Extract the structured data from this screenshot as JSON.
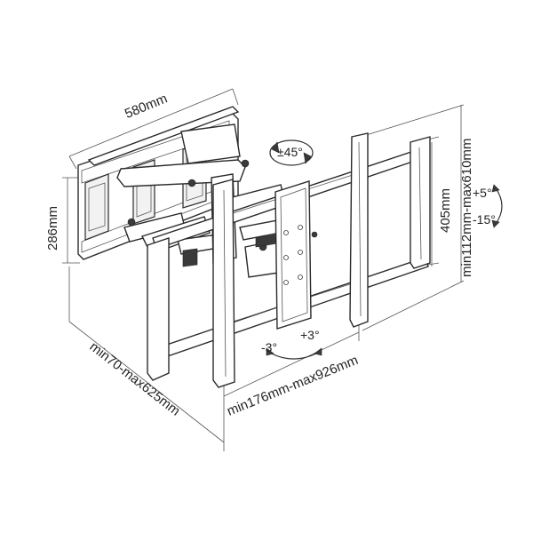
{
  "diagram": {
    "dimensions": {
      "width_top": "580mm",
      "height_left": "286mm",
      "depth": "min70-max625mm",
      "width_bottom": "min176mm-max926mm",
      "height_plate": "405mm",
      "height_right": "min112mm-max610mm"
    },
    "angles": {
      "swivel": "±45°",
      "rotate_left": "-3°",
      "rotate_right": "+3°",
      "tilt_up": "+5°",
      "tilt_down": "-15°"
    }
  }
}
